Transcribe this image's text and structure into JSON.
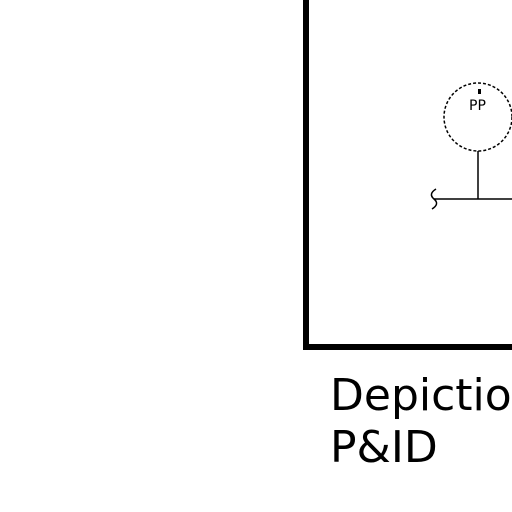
{
  "diagram": {
    "instrument": {
      "tag": "PP"
    },
    "caption": {
      "line1": "Depictio",
      "line2": "P&ID"
    }
  }
}
